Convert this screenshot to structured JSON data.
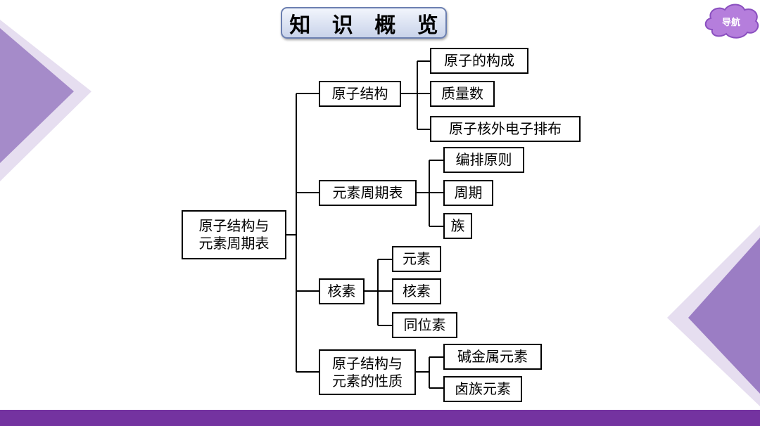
{
  "title": "知 识 概 览",
  "nav": {
    "label": "导航",
    "icon": "cloud-icon"
  },
  "colors": {
    "accent": "#7433a0",
    "decoration": "#9b7dc4",
    "title_border": "#6b7fb0"
  },
  "tree": {
    "root": "原子结构与\n元素周期表",
    "branches": [
      {
        "label": "原子结构",
        "children": [
          "原子的构成",
          "质量数",
          "原子核外电子排布"
        ]
      },
      {
        "label": "元素周期表",
        "children": [
          "编排原则",
          "周期",
          "族"
        ]
      },
      {
        "label": "核素",
        "children": [
          "元素",
          "核素",
          "同位素"
        ]
      },
      {
        "label": "原子结构与\n元素的性质",
        "children": [
          "碱金属元素",
          "卤族元素"
        ]
      }
    ]
  }
}
